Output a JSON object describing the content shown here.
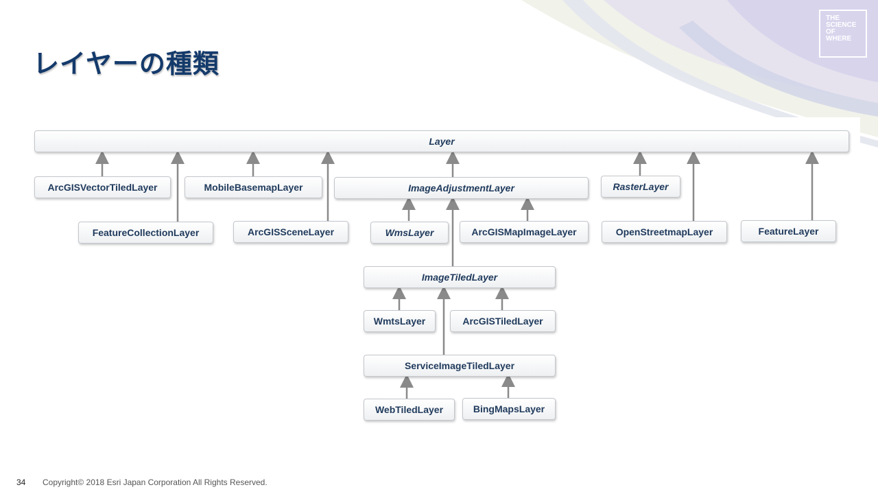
{
  "slide": {
    "title": "レイヤーの種類",
    "logo_text": "THE\nSCIENCE\nOF\nWHERE",
    "page_number": "34",
    "copyright": "Copyright© 2018 Esri Japan Corporation All Rights Reserved."
  },
  "diagram": {
    "layer": "Layer",
    "arcgis_vector_tiled_layer": "ArcGISVectorTiledLayer",
    "feature_collection_layer": "FeatureCollectionLayer",
    "mobile_basemap_layer": "MobileBasemapLayer",
    "arcgis_scene_layer": "ArcGISSceneLayer",
    "image_adjustment_layer": "ImageAdjustmentLayer",
    "wms_layer": "WmsLayer",
    "arcgis_map_image_layer": "ArcGISMapImageLayer",
    "raster_layer": "RasterLayer",
    "open_streetmap_layer": "OpenStreetmapLayer",
    "feature_layer": "FeatureLayer",
    "image_tiled_layer": "ImageTiledLayer",
    "wmts_layer": "WmtsLayer",
    "arcgis_tiled_layer": "ArcGISTiledLayer",
    "service_image_tiled_layer": "ServiceImageTiledLayer",
    "web_tiled_layer": "WebTiledLayer",
    "bing_maps_layer": "BingMapsLayer"
  },
  "colors": {
    "title": "#143a6b",
    "node_text": "#1f3a5c",
    "connector": "#8a8a8a"
  }
}
